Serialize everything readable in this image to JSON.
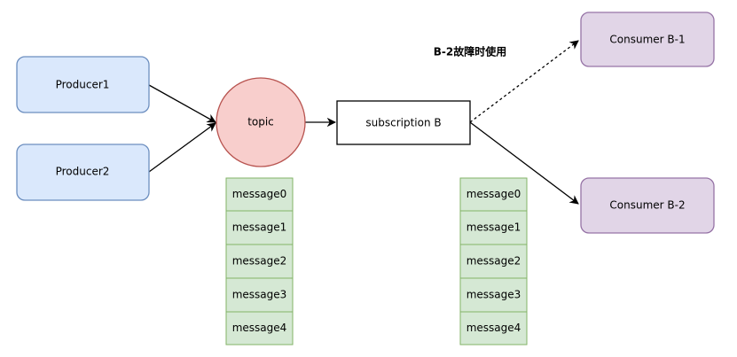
{
  "colors": {
    "producer_fill": "#dae8fc",
    "producer_stroke": "#6c8ebf",
    "topic_fill": "#f8cecc",
    "topic_stroke": "#b85450",
    "consumer_fill": "#e1d5e7",
    "consumer_stroke": "#9673a6",
    "message_fill": "#d5e8d4",
    "message_stroke": "#82b366",
    "subscription_fill": "#ffffff",
    "subscription_stroke": "#000000",
    "edge": "#000000"
  },
  "producers": [
    {
      "label": "Producer1"
    },
    {
      "label": "Producer2"
    }
  ],
  "topic": {
    "label": "topic"
  },
  "subscription": {
    "label": "subscription B"
  },
  "consumers": [
    {
      "label": "Consumer B-1"
    },
    {
      "label": "Consumer B-2"
    }
  ],
  "annotation": {
    "text": "B-2故障时使用"
  },
  "topic_messages": [
    "message0",
    "message1",
    "message2",
    "message3",
    "message4"
  ],
  "subscription_messages": [
    "message0",
    "message1",
    "message2",
    "message3",
    "message4"
  ]
}
